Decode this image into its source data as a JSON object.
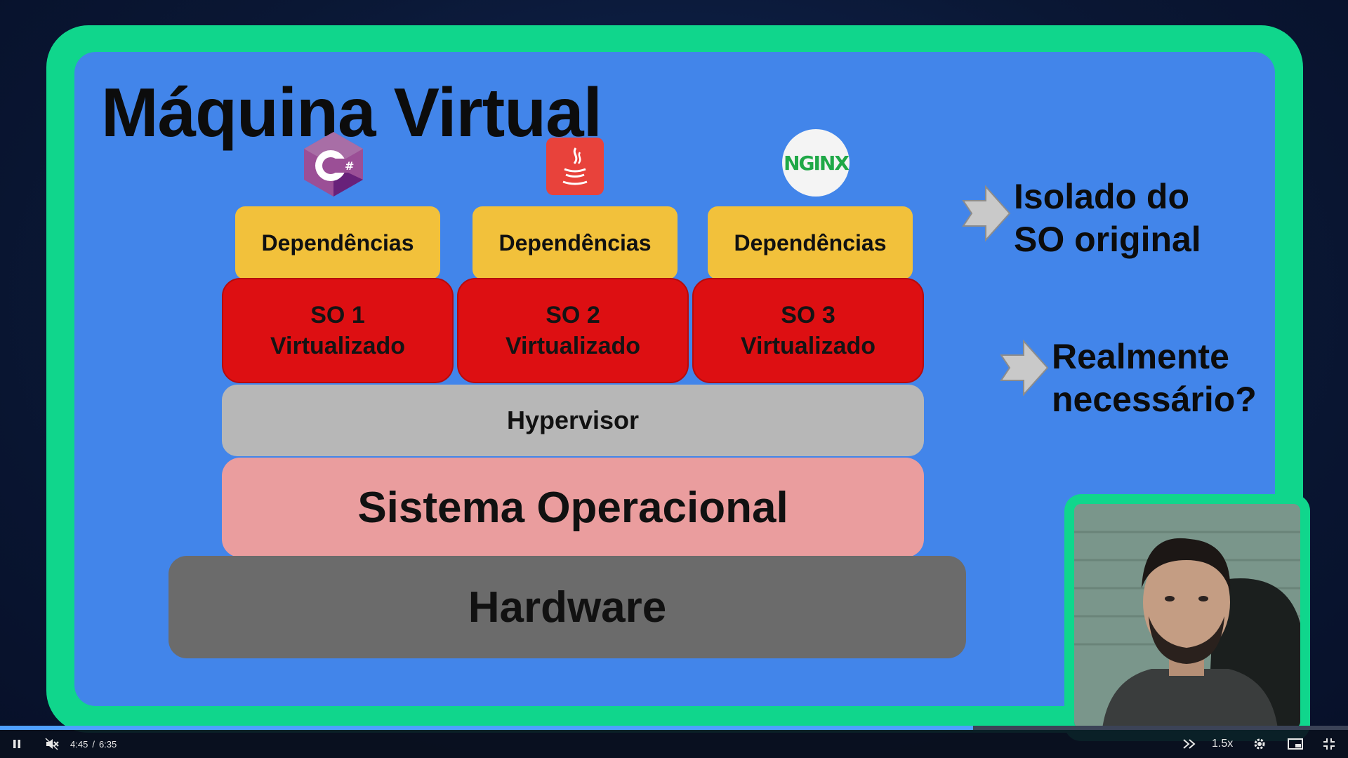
{
  "slide": {
    "title": "Máquina Virtual",
    "nginx_logo_text": "NGINX",
    "dependencies": [
      "Dependências",
      "Dependências",
      "Dependências"
    ],
    "virtual_os": [
      {
        "line1": "SO 1",
        "line2": "Virtualizado"
      },
      {
        "line1": "SO 2",
        "line2": "Virtualizado"
      },
      {
        "line1": "SO 3",
        "line2": "Virtualizado"
      }
    ],
    "hypervisor": "Hypervisor",
    "operating_system": "Sistema Operacional",
    "hardware": "Hardware",
    "note1": {
      "line1": "Isolado do",
      "line2": "SO original"
    },
    "note2": {
      "line1": "Realmente",
      "line2": "necessário?"
    },
    "colors": {
      "frame": "#10d68c",
      "background": "#4285ea",
      "dependencies": "#f2c13b",
      "virtual_os": "#dd0f12",
      "hypervisor": "#b7b7b7",
      "operating_system": "#ea9d9e",
      "hardware": "#6b6b6b"
    },
    "icons": [
      "csharp-icon",
      "java-icon",
      "nginx-icon"
    ]
  },
  "player": {
    "current_time": "4:45",
    "separator": "/",
    "duration": "6:35",
    "progress_fraction": 0.722,
    "speed": "1.5x",
    "icons": [
      "pause-icon",
      "mute-icon",
      "skip-forward-icon",
      "settings-icon",
      "pip-icon",
      "exit-fullscreen-icon"
    ]
  }
}
